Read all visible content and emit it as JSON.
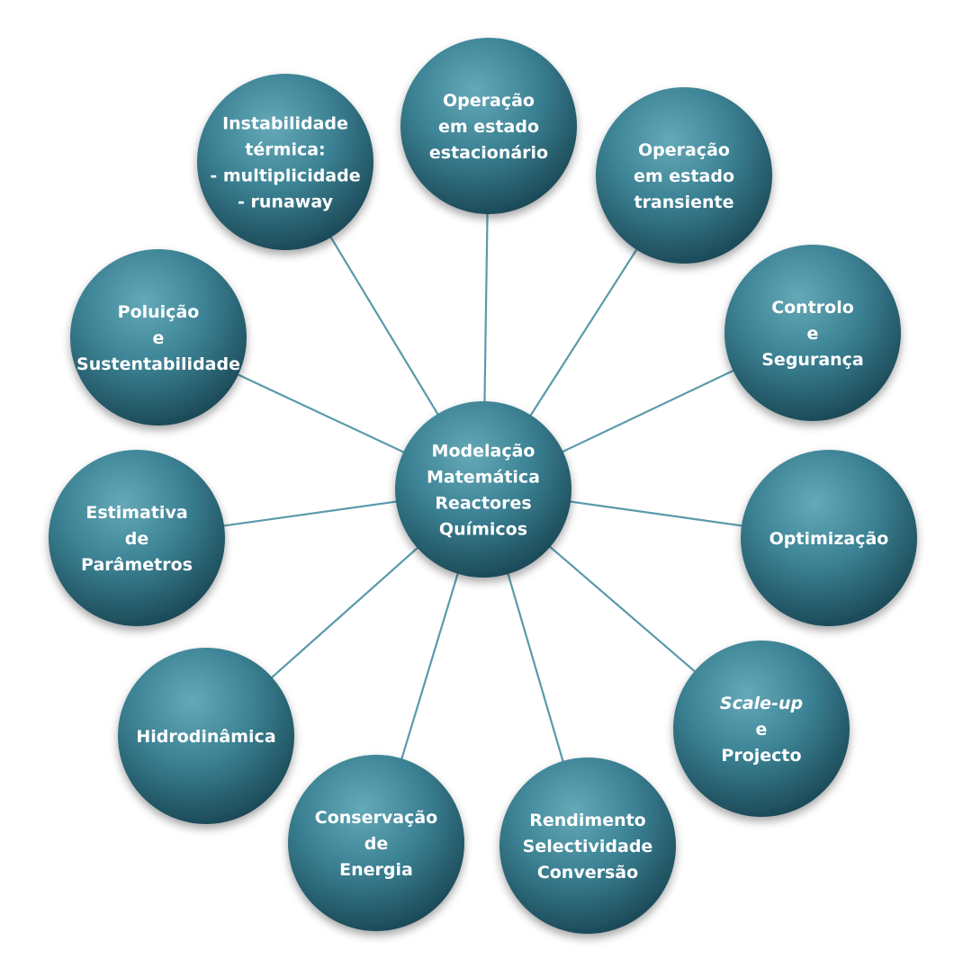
{
  "center": {
    "lines": [
      "Modelação",
      "Matemática",
      "Reactores",
      "Químicos"
    ]
  },
  "nodes": [
    {
      "id": "operacao-estacionario",
      "lines": [
        "Operação",
        "em estado",
        "estacionário"
      ]
    },
    {
      "id": "operacao-transiente",
      "lines": [
        "Operação",
        "em estado",
        "transiente"
      ]
    },
    {
      "id": "controlo-seguranca",
      "lines": [
        "Controlo",
        "e",
        "Segurança"
      ]
    },
    {
      "id": "optimizacao",
      "lines": [
        "Optimização"
      ]
    },
    {
      "id": "scale-up-projecto",
      "lines": [
        "Scale-up",
        "e",
        "Projecto"
      ],
      "italic_lines": [
        0
      ]
    },
    {
      "id": "rendimento",
      "lines": [
        "Rendimento",
        "Selectividade",
        "Conversão"
      ]
    },
    {
      "id": "conservacao-energia",
      "lines": [
        "Conservação",
        "de",
        "Energia"
      ]
    },
    {
      "id": "hidrodinamica",
      "lines": [
        "Hidrodinâmica"
      ]
    },
    {
      "id": "estimativa-parametros",
      "lines": [
        "Estimativa",
        "de",
        "Parâmetros"
      ]
    },
    {
      "id": "poluicao-sustentabilidade",
      "lines": [
        "Poluição",
        "e",
        "Sustentabilidade"
      ]
    },
    {
      "id": "instabilidade-termica",
      "lines": [
        "Instabilidade",
        "térmica:",
        "- multiplicidade",
        "- runaway"
      ]
    }
  ],
  "colors": {
    "circle_light": "#5fa3b3",
    "circle_mid": "#2f7386",
    "circle_dark": "#14424f",
    "connector": "#5a9aab",
    "text": "#ffffff"
  }
}
